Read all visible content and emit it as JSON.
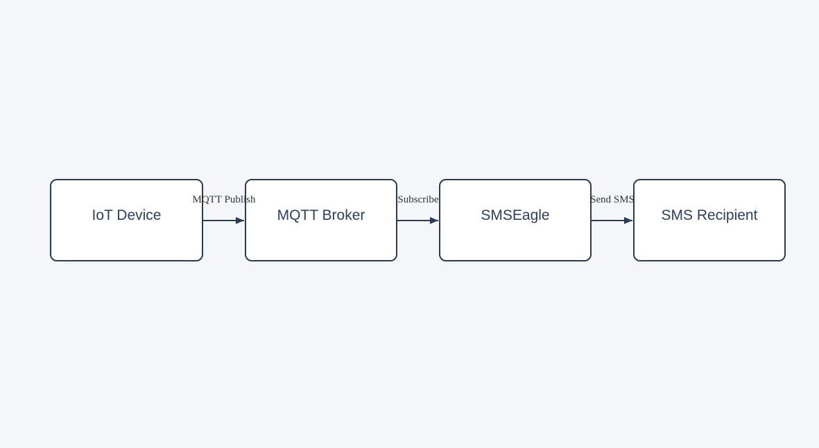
{
  "diagram": {
    "nodes": [
      {
        "id": "iot-device",
        "label": "IoT Device"
      },
      {
        "id": "mqtt-broker",
        "label": "MQTT Broker"
      },
      {
        "id": "smseagle",
        "label": "SMSEagle"
      },
      {
        "id": "sms-recipient",
        "label": "SMS Recipient"
      }
    ],
    "edges": [
      {
        "from": "IoT Device",
        "to": "MQTT Broker",
        "label": "MQTT Publish"
      },
      {
        "from": "MQTT Broker",
        "to": "SMSEagle",
        "label": "Subscribe"
      },
      {
        "from": "SMSEagle",
        "to": "SMS Recipient",
        "label": "Send SMS"
      }
    ]
  },
  "theme": {
    "background": "#f5f6f9",
    "node_fill": "#ffffff",
    "node_border": "#2b3a55",
    "node_text": "#2c3e63",
    "edge_color": "#2b3a55",
    "edge_label_color": "#333333"
  }
}
